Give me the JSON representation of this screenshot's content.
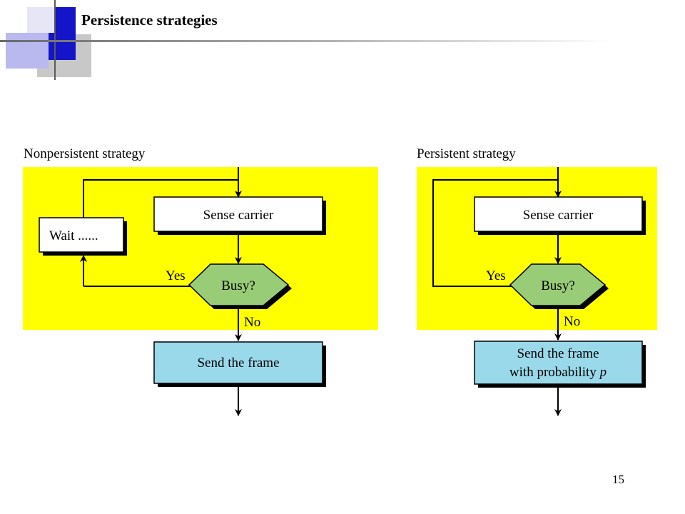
{
  "slide": {
    "title": "Persistence strategies",
    "page_number": "15"
  },
  "colors": {
    "region_fill": "#ffff00",
    "decision_fill": "#99cc77",
    "send_fill": "#99d9ea",
    "box_fill": "#ffffff",
    "shadow": "#000000",
    "accent_blue": "#1414c8"
  },
  "nonpersistent": {
    "heading": "Nonpersistent strategy",
    "sense_label": "Sense carrier",
    "wait_label": "Wait ......",
    "decision_label": "Busy?",
    "yes_label": "Yes",
    "no_label": "No",
    "send_label": "Send the frame"
  },
  "persistent": {
    "heading": "Persistent strategy",
    "sense_label": "Sense carrier",
    "decision_label": "Busy?",
    "yes_label": "Yes",
    "no_label": "No",
    "send_line1": "Send the frame",
    "send_line2_prefix": "with probability ",
    "send_line2_var": "p"
  }
}
